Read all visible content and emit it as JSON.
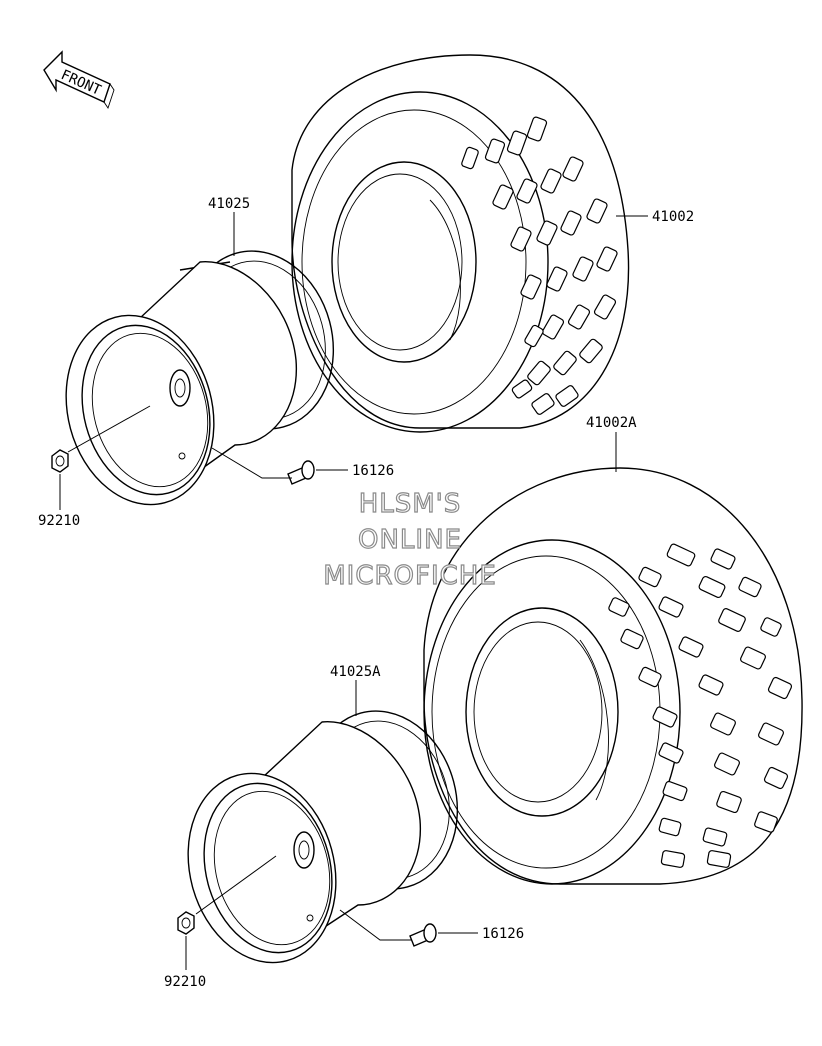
{
  "orientation": {
    "front_label": "FRONT"
  },
  "watermark": {
    "line1": "HLSM'S",
    "line2": "ONLINE",
    "line3": "MICROFICHE"
  },
  "parts": {
    "upper_tire": "41002",
    "upper_rim": "41025",
    "upper_valve": "16126",
    "upper_nut": "92210",
    "lower_tire": "41002A",
    "lower_rim": "41025A",
    "lower_valve": "16126",
    "lower_nut": "92210"
  }
}
